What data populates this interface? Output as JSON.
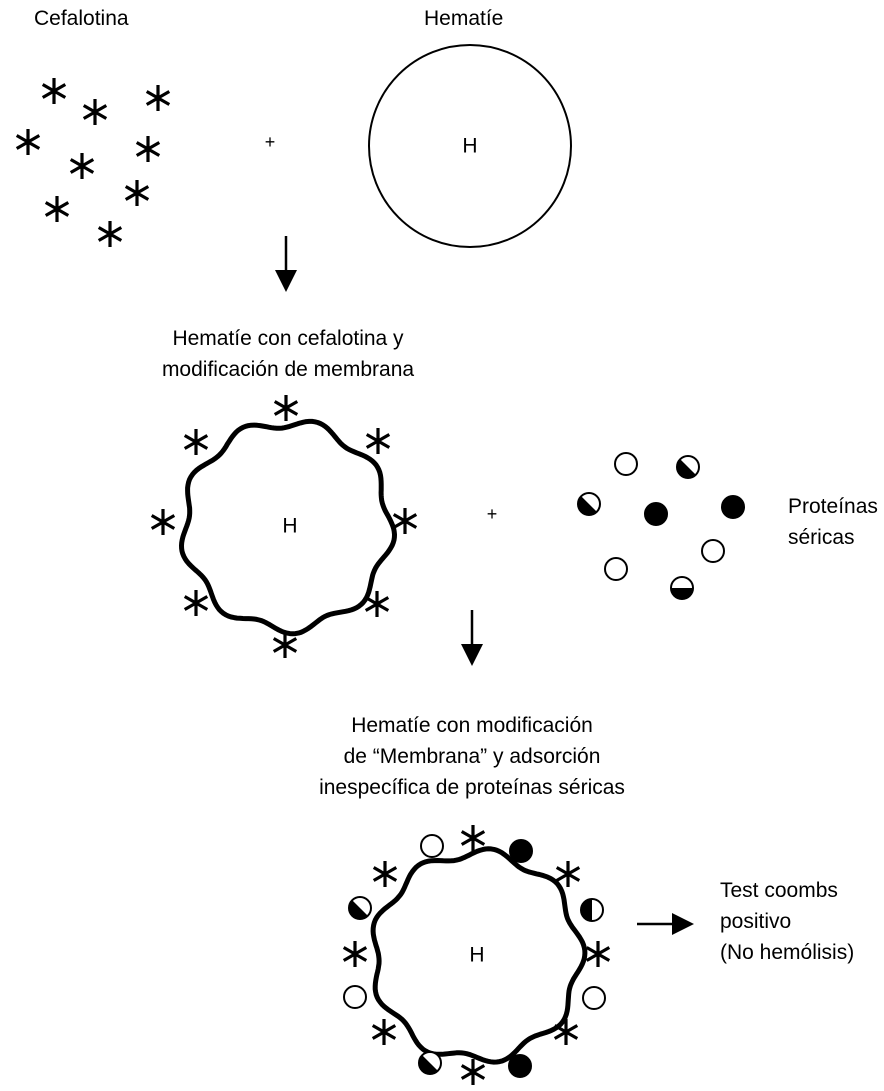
{
  "labels": {
    "cefalotina": "Cefalotina",
    "hematie": "Hematíe",
    "step2_line1": "Hematíe con cefalotina y",
    "step2_line2": "modificación de membrana",
    "proteinas_line1": "Proteínas",
    "proteinas_line2": "séricas",
    "step3_line1": "Hematíe con modificación",
    "step3_line2": "de “Membrana” y adsorción",
    "step3_line3": "inespecífica de proteínas séricas",
    "result_line1": "Test coombs",
    "result_line2": "positivo",
    "result_line3": "(No hemólisis)"
  },
  "symbols": {
    "plus": "+",
    "cell_letter": "H",
    "drug_mark": "*"
  },
  "colors": {
    "ink": "#000000",
    "background": "#ffffff"
  }
}
